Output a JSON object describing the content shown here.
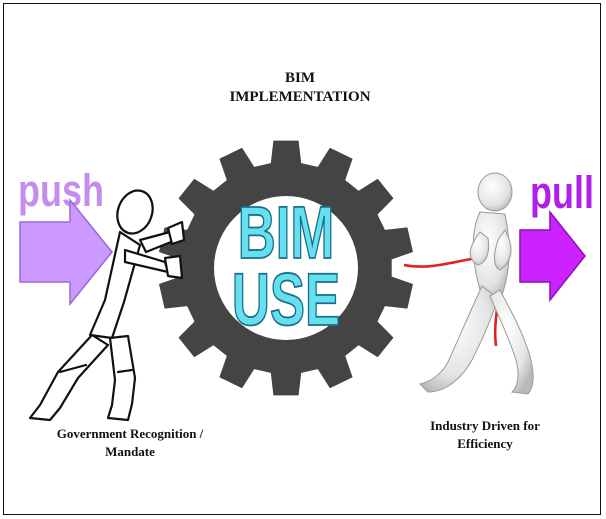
{
  "title_line1": "BIM",
  "title_line2": "IMPLEMENTATION",
  "gear": {
    "line1": "BIM",
    "line2": "USE",
    "gear_color": "#444444",
    "text_fill": "#66e0f0"
  },
  "left": {
    "word": "push",
    "arrow_color": "#cc99ff",
    "caption_line1": "Government Recognition /",
    "caption_line2": "Mandate"
  },
  "right": {
    "word": "pull",
    "arrow_color": "#cc22ff",
    "rope_color": "#dd2222",
    "caption_line1": "Industry Driven for",
    "caption_line2": "Efficiency"
  },
  "icons": [
    "gear-icon",
    "push-arrow-icon",
    "pull-arrow-icon",
    "stick-figure-pushing",
    "3d-figure-pulling-rope"
  ]
}
